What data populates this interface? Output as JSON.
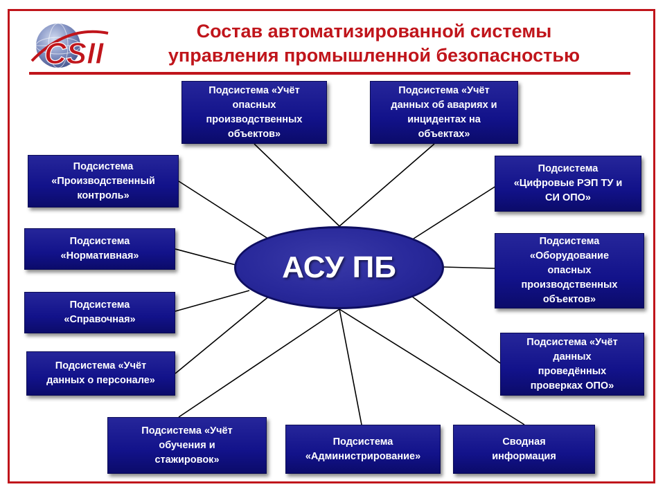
{
  "header": {
    "title_line1": "Состав автоматизированной системы",
    "title_line2": "управления промышленной безопасностью",
    "logo_text": "CSII"
  },
  "center": {
    "label": "АСУ ПБ"
  },
  "subsystems": [
    {
      "id": "uchet-opo",
      "lines": [
        "Подсистема  «Учёт",
        "опасных",
        "производственных",
        "объектов»"
      ]
    },
    {
      "id": "uchet-avariy",
      "lines": [
        "Подсистема  «Учёт",
        "данных  об авариях  и",
        "инцидентах   на",
        "объектах»"
      ]
    },
    {
      "id": "proizv-kontrol",
      "lines": [
        "Подсистема",
        "«Производственный",
        "контроль»"
      ]
    },
    {
      "id": "cifrovye",
      "lines": [
        "Подсистема",
        "«Цифровые  РЭП  ТУ и",
        "СИ ОПО»"
      ]
    },
    {
      "id": "normativnaya",
      "lines": [
        "Подсистема",
        "«Нормативная»"
      ]
    },
    {
      "id": "oborudovanie",
      "lines": [
        "Подсистема",
        "«Оборудование",
        "опасных",
        "производственных",
        "объектов»"
      ]
    },
    {
      "id": "spravochnaya",
      "lines": [
        "Подсистема",
        "«Справочная»"
      ]
    },
    {
      "id": "proverki",
      "lines": [
        "Подсистема  «Учёт",
        "данных",
        "проведённых",
        "проверках  ОПО»"
      ]
    },
    {
      "id": "personal",
      "lines": [
        "Подсистема  «Учёт",
        "данных  о персонале»"
      ]
    },
    {
      "id": "obuchenie",
      "lines": [
        "Подсистема  «Учёт",
        "обучения   и",
        "стажировок»"
      ]
    },
    {
      "id": "administrirovanie",
      "lines": [
        "Подсистема",
        "«Администрирование»"
      ]
    },
    {
      "id": "svodnaya",
      "lines": [
        "Сводная",
        "информация"
      ]
    }
  ]
}
